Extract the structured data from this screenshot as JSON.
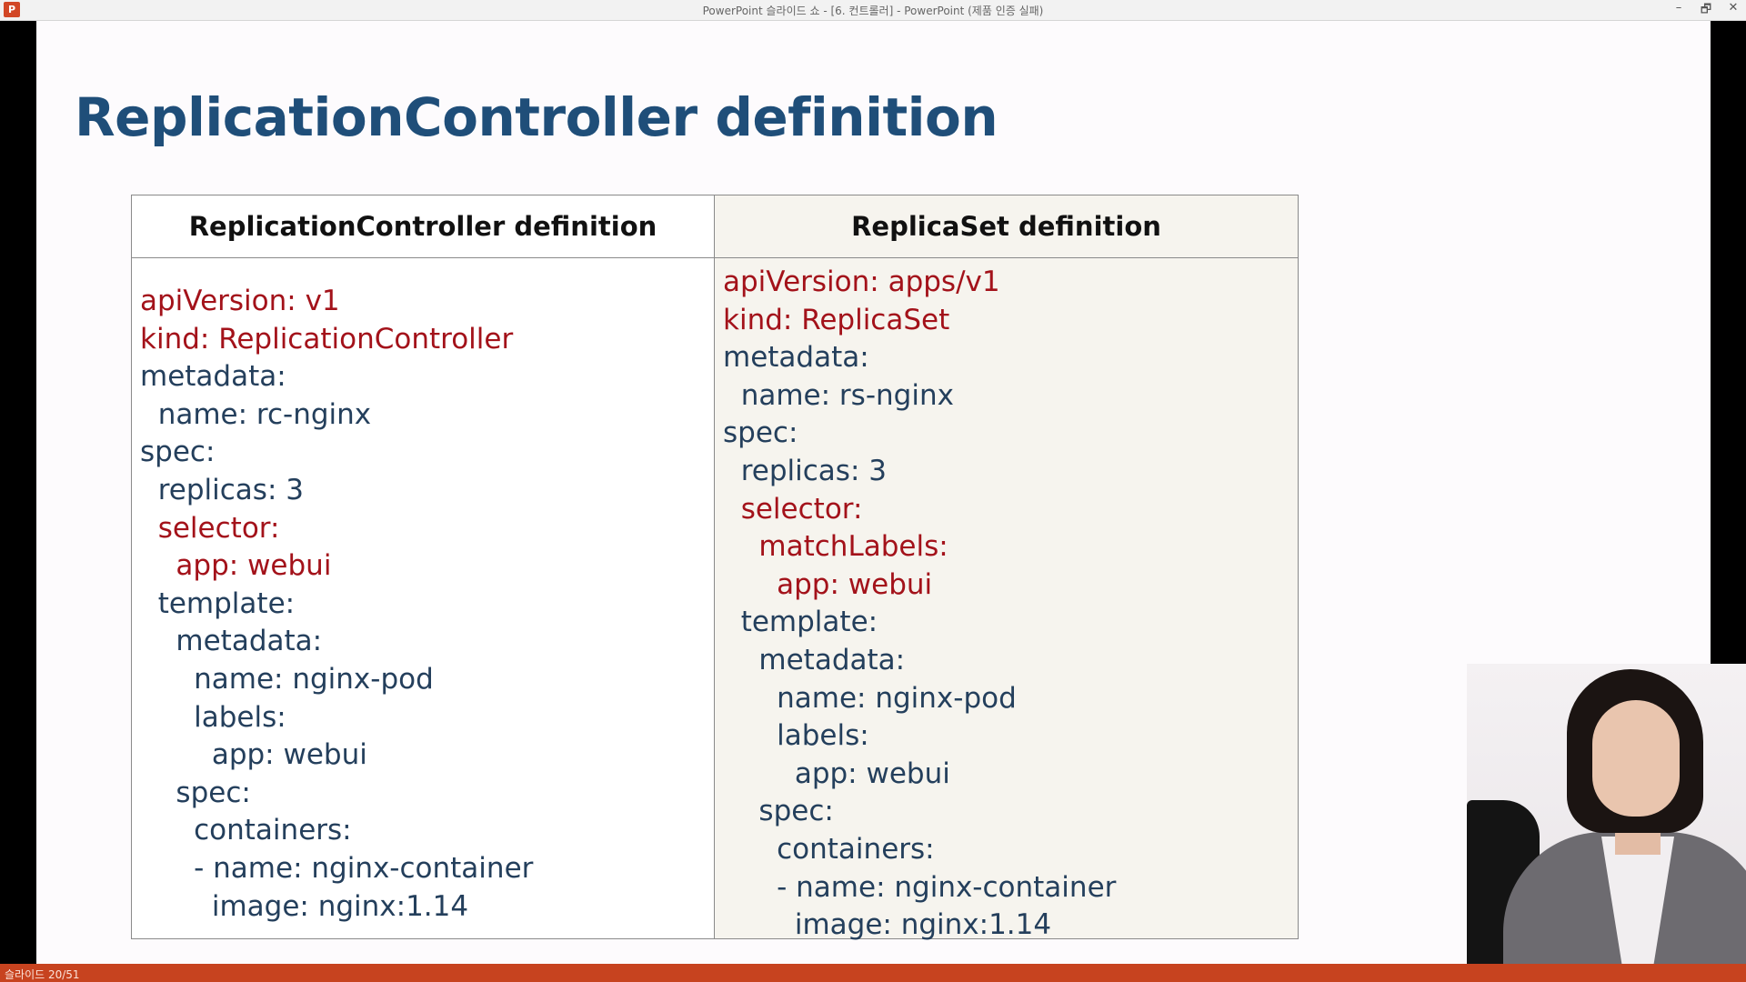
{
  "window": {
    "title": "PowerPoint 슬라이드 쇼 - [6. 컨트롤러] - PowerPoint (제품 인증 실패)",
    "app_icon": "P",
    "controls": {
      "minimize": "–",
      "restore": "🗗",
      "close": "✕"
    }
  },
  "slide": {
    "title": "ReplicationController definition",
    "table": {
      "left": {
        "header": "ReplicationController definition",
        "lines": [
          {
            "text": "apiVersion: v1",
            "color": "red"
          },
          {
            "text": "kind: ReplicationController",
            "color": "red"
          },
          {
            "text": "metadata:",
            "color": "blue"
          },
          {
            "text": "  name: rc-nginx",
            "color": "blue"
          },
          {
            "text": "spec:",
            "color": "blue"
          },
          {
            "text": "  replicas: 3",
            "color": "blue"
          },
          {
            "text": "  selector:",
            "color": "red"
          },
          {
            "text": "    app: webui",
            "color": "red"
          },
          {
            "text": "  template:",
            "color": "blue"
          },
          {
            "text": "    metadata:",
            "color": "blue"
          },
          {
            "text": "      name: nginx-pod",
            "color": "blue"
          },
          {
            "text": "      labels:",
            "color": "blue"
          },
          {
            "text": "        app: webui",
            "color": "blue"
          },
          {
            "text": "    spec:",
            "color": "blue"
          },
          {
            "text": "      containers:",
            "color": "blue"
          },
          {
            "text": "      - name: nginx-container",
            "color": "blue"
          },
          {
            "text": "        image: nginx:1.14",
            "color": "blue"
          }
        ]
      },
      "right": {
        "header": "ReplicaSet definition",
        "lines": [
          {
            "text": "apiVersion: apps/v1",
            "color": "red"
          },
          {
            "text": "kind: ReplicaSet",
            "color": "red"
          },
          {
            "text": "metadata:",
            "color": "blue"
          },
          {
            "text": "  name: rs-nginx",
            "color": "blue"
          },
          {
            "text": "spec:",
            "color": "blue"
          },
          {
            "text": "  replicas: 3",
            "color": "blue"
          },
          {
            "text": "  selector:",
            "color": "red"
          },
          {
            "text": "    matchLabels:",
            "color": "red"
          },
          {
            "text": "      app: webui",
            "color": "red"
          },
          {
            "text": "  template:",
            "color": "blue"
          },
          {
            "text": "    metadata:",
            "color": "blue"
          },
          {
            "text": "      name: nginx-pod",
            "color": "blue"
          },
          {
            "text": "      labels:",
            "color": "blue"
          },
          {
            "text": "        app: webui",
            "color": "blue"
          },
          {
            "text": "    spec:",
            "color": "blue"
          },
          {
            "text": "      containers:",
            "color": "blue"
          },
          {
            "text": "      - name: nginx-container",
            "color": "blue"
          },
          {
            "text": "        image: nginx:1.14",
            "color": "blue"
          }
        ]
      }
    }
  },
  "statusbar": {
    "slide_counter": "슬라이드 20/51"
  },
  "colors": {
    "title": "#1f4e79",
    "code_red": "#a3121a",
    "code_blue": "#243f5c",
    "statusbar": "#c7431f"
  }
}
